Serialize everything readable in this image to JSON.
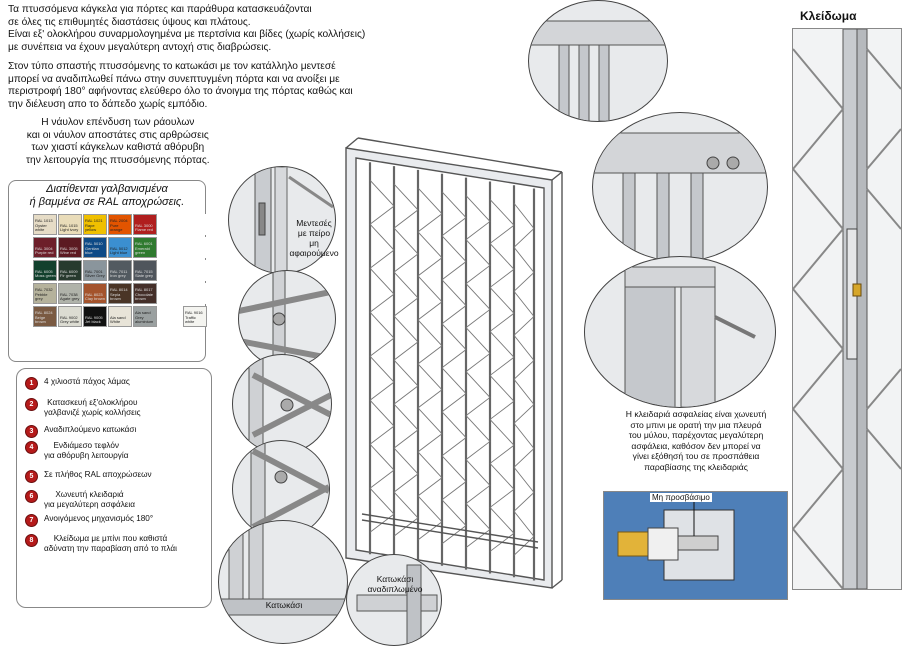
{
  "intro": {
    "lines": [
      "Τα πτυσσόμενα κάγκελα για πόρτες και παράθυρα κατασκευάζονται",
      "σε όλες τις επιθυμητές διαστάσεις ύψους και πλάτους.",
      "Είναι εξ' ολοκλήρου συναρμολογημένα με περτσίνια και βίδες (χωρίς κολλήσεις)",
      "με συνέπεια να έχουν μεγαλύτερη αντοχή στις διαβρώσεις."
    ]
  },
  "folding": {
    "lines": [
      "Στον τύπο σπαστής πτυσσόμενης το κατωκάσι με τον κατάλληλο μεντεσέ",
      "μπορεί να αναδιπλωθεί πάνω στην συνεπτυγμένη πόρτα και να ανοίξει με",
      "περιστροφή 180° αφήνοντας ελεύθερο όλο το άνοιγμα της πόρτας καθώς και",
      "την διέλευση απο το δάπεδο χωρίς εμπόδιο."
    ]
  },
  "nylon": {
    "lines": [
      "Η νάυλον επένδυση των ράουλων",
      "και οι νάυλον αποστάτες στις αρθρώσεις",
      "των χιαστί κάγκελων καθιστά αθόρυβη",
      "την λειτουργία της πτυσσόμενης πόρτας."
    ]
  },
  "ral": {
    "title_line1": "Διατίθενται γαλβανισμένα",
    "title_line2": "ή βαμμένα σε RAL  αποχρώσεις.",
    "swatches": [
      {
        "label": "RAL 1013 Oyster white",
        "color": "#e6dcc6"
      },
      {
        "label": "RAL 1015 Light ivory",
        "color": "#e9dcb9"
      },
      {
        "label": "RAL 1021 Rape yellow",
        "color": "#f0c000"
      },
      {
        "label": "RAL 2004 Pure orange",
        "color": "#e25400"
      },
      {
        "label": "RAL 3000 Flame red",
        "color": "#b01e1e"
      },
      {
        "label": "",
        "color": "#ffffff"
      },
      {
        "label": "",
        "color": "#ffffff"
      },
      {
        "label": "RAL 3004 Purple red",
        "color": "#6d1f2a"
      },
      {
        "label": "RAL 3005 Wine red",
        "color": "#5c1a22"
      },
      {
        "label": "RAL 5010 Gentian blue",
        "color": "#0e4a86"
      },
      {
        "label": "RAL 5012 Light blue",
        "color": "#3b8fd0"
      },
      {
        "label": "RAL 6001 Emerald green",
        "color": "#2f7a2f"
      },
      {
        "label": "",
        "color": "#ffffff"
      },
      {
        "label": "",
        "color": "#ffffff"
      },
      {
        "label": "RAL 6005 Moss green",
        "color": "#12402d"
      },
      {
        "label": "RAL 6009 Fir green",
        "color": "#273a2e"
      },
      {
        "label": "RAL 7001 Silver Grey",
        "color": "#8a959c"
      },
      {
        "label": "RAL 7011 Iron grey",
        "color": "#525a60"
      },
      {
        "label": "RAL 7015 Slate grey",
        "color": "#4f555c"
      },
      {
        "label": "",
        "color": "#ffffff"
      },
      {
        "label": "",
        "color": "#ffffff"
      },
      {
        "label": "RAL 7032 Pebble grey",
        "color": "#b5b29c"
      },
      {
        "label": "RAL 7038 Agate grey",
        "color": "#b0b3aa"
      },
      {
        "label": "RAL 8023 Clay brown",
        "color": "#a4532c"
      },
      {
        "label": "RAL 8014 Sepia brown",
        "color": "#4a3526"
      },
      {
        "label": "RAL 8017 Chocolate brown",
        "color": "#442f29"
      },
      {
        "label": "",
        "color": "#ffffff"
      },
      {
        "label": "",
        "color": "#ffffff"
      },
      {
        "label": "RAL 8024 Beige brown",
        "color": "#7a5a42"
      },
      {
        "label": "RAL 9002 Grey white",
        "color": "#dcdcd2"
      },
      {
        "label": "RAL 9005 Jet black",
        "color": "#111111"
      },
      {
        "label": "Ala sand White",
        "color": "#e8e4d8"
      },
      {
        "label": "Ala sand Grey aluminium",
        "color": "#9aa0a0"
      },
      {
        "label": "",
        "color": "#ffffff"
      },
      {
        "label": "RAL 9016 Traffic white",
        "color": "#f4f4f0"
      }
    ]
  },
  "features": [
    {
      "num": "1",
      "text": "4 χιλιοστά πάχος λάμας"
    },
    {
      "num": "2",
      "text": "Κατασκευή εξ'ολοκλήρου\nγαλβανιζέ χωρίς κολλήσεις"
    },
    {
      "num": "3",
      "text": "Αναδιπλούμενο κατωκάσι"
    },
    {
      "num": "4",
      "text": "Ενδιάμεσο τεφλόν\nγια αθόρυβη λειτουργία"
    },
    {
      "num": "5",
      "text": "Σε πλήθος  RAL αποχρώσεων"
    },
    {
      "num": "6",
      "text": "Χωνευτή κλειδαριά\nγια μεγαλύτερη ασφάλεια"
    },
    {
      "num": "7",
      "text": "Ανοιγόμενος μηχανισμός 180°"
    },
    {
      "num": "8",
      "text": "Κλείδωμα με μπίνι που καθιστά\nαδύνατη την παραβίαση από το πλάι"
    }
  ],
  "hinge_label": "Μεντεσές\nμε πείρο\nμη αφαιρούμενο",
  "katokasi_label": "Κατωκάσι",
  "katokasi_folded_label": "Κατωκάσι\nαναδιπλωμένο",
  "lock_heading": "Κλείδωμα",
  "lock_text": "Η κλειδαριά ασφαλείας είναι χωνευτή\nστο μπινι με ορατή την μια πλευρά\nτου μύλου, παρέχοντας μεγαλύτερη\nασφάλεια, καθόσον δεν μπορεί να\nγίνει εξόθησή του σε προσπάθεια\nπαραβίασης  της κλειδαριάς",
  "lock_diagram_label": "Μη προσβάσιμο"
}
